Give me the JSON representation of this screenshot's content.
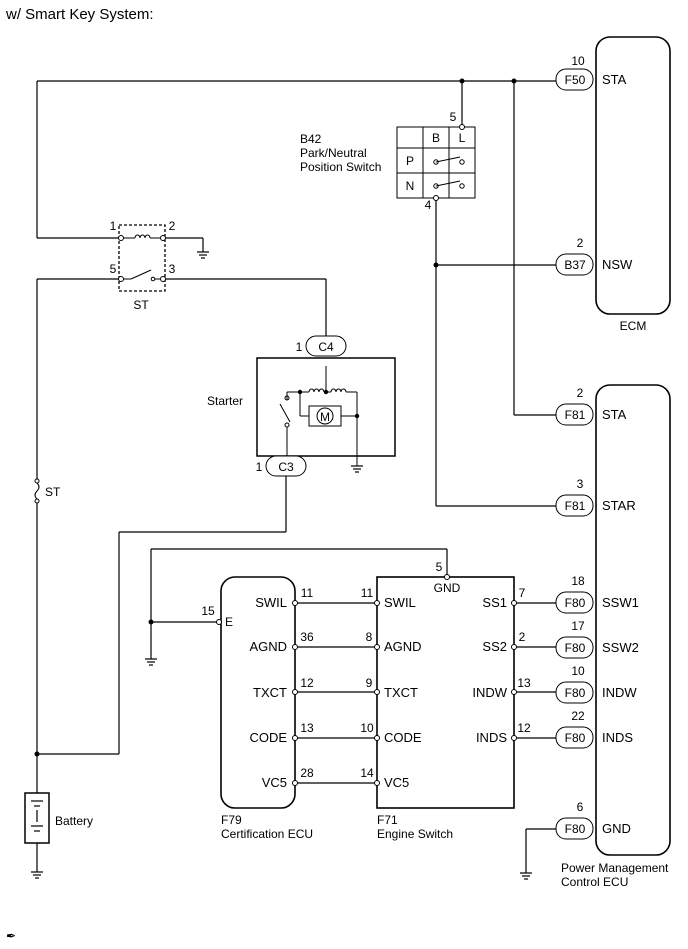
{
  "heading": "w/ Smart Key System:",
  "footer_mark": "✒",
  "ecm": {
    "name": "ECM",
    "connectors": [
      {
        "conn": "F50",
        "pin": "10",
        "terminal": "STA"
      },
      {
        "conn": "B37",
        "pin": "2",
        "terminal": "NSW"
      }
    ]
  },
  "pnp_switch": {
    "code": "B42",
    "name_line1": "Park/Neutral",
    "name_line2": "Position Switch",
    "col_b": "B",
    "col_l": "L",
    "row_p": "P",
    "row_n": "N",
    "pin_top": "5",
    "pin_bottom": "4"
  },
  "st_relay": {
    "name": "ST",
    "pins": [
      "1",
      "2",
      "5",
      "3"
    ]
  },
  "starter": {
    "name": "Starter",
    "motor_symbol": "M",
    "connectors": [
      {
        "conn": "C4",
        "pin": "1"
      },
      {
        "conn": "C3",
        "pin": "1"
      }
    ]
  },
  "fuse": {
    "name": "ST"
  },
  "battery": {
    "name": "Battery"
  },
  "pm_ecu": {
    "name_line1": "Power Management",
    "name_line2": "Control ECU",
    "connectors": [
      {
        "conn": "F81",
        "pin": "2",
        "terminal": "STA"
      },
      {
        "conn": "F81",
        "pin": "3",
        "terminal": "STAR"
      },
      {
        "conn": "F80",
        "pin": "18",
        "terminal": "SSW1"
      },
      {
        "conn": "F80",
        "pin": "17",
        "terminal": "SSW2"
      },
      {
        "conn": "F80",
        "pin": "10",
        "terminal": "INDW"
      },
      {
        "conn": "F80",
        "pin": "22",
        "terminal": "INDS"
      },
      {
        "conn": "F80",
        "pin": "6",
        "terminal": "GND"
      }
    ]
  },
  "cert_ecu": {
    "code": "F79",
    "name": "Certification ECU",
    "e_terminal": "E",
    "e_pin": "15",
    "terminals": [
      {
        "name": "SWIL",
        "pin": "11"
      },
      {
        "name": "AGND",
        "pin": "36"
      },
      {
        "name": "TXCT",
        "pin": "12"
      },
      {
        "name": "CODE",
        "pin": "13"
      },
      {
        "name": "VC5",
        "pin": "28"
      }
    ]
  },
  "engine_switch": {
    "code": "F71",
    "name": "Engine Switch",
    "gnd_terminal": "GND",
    "gnd_pin": "5",
    "left_terminals": [
      {
        "name": "SWIL",
        "pin": "11"
      },
      {
        "name": "AGND",
        "pin": "8"
      },
      {
        "name": "TXCT",
        "pin": "9"
      },
      {
        "name": "CODE",
        "pin": "10"
      },
      {
        "name": "VC5",
        "pin": "14"
      }
    ],
    "right_terminals": [
      {
        "name": "SS1",
        "pin": "7"
      },
      {
        "name": "SS2",
        "pin": "2"
      },
      {
        "name": "INDW",
        "pin": "13"
      },
      {
        "name": "INDS",
        "pin": "12"
      }
    ]
  }
}
